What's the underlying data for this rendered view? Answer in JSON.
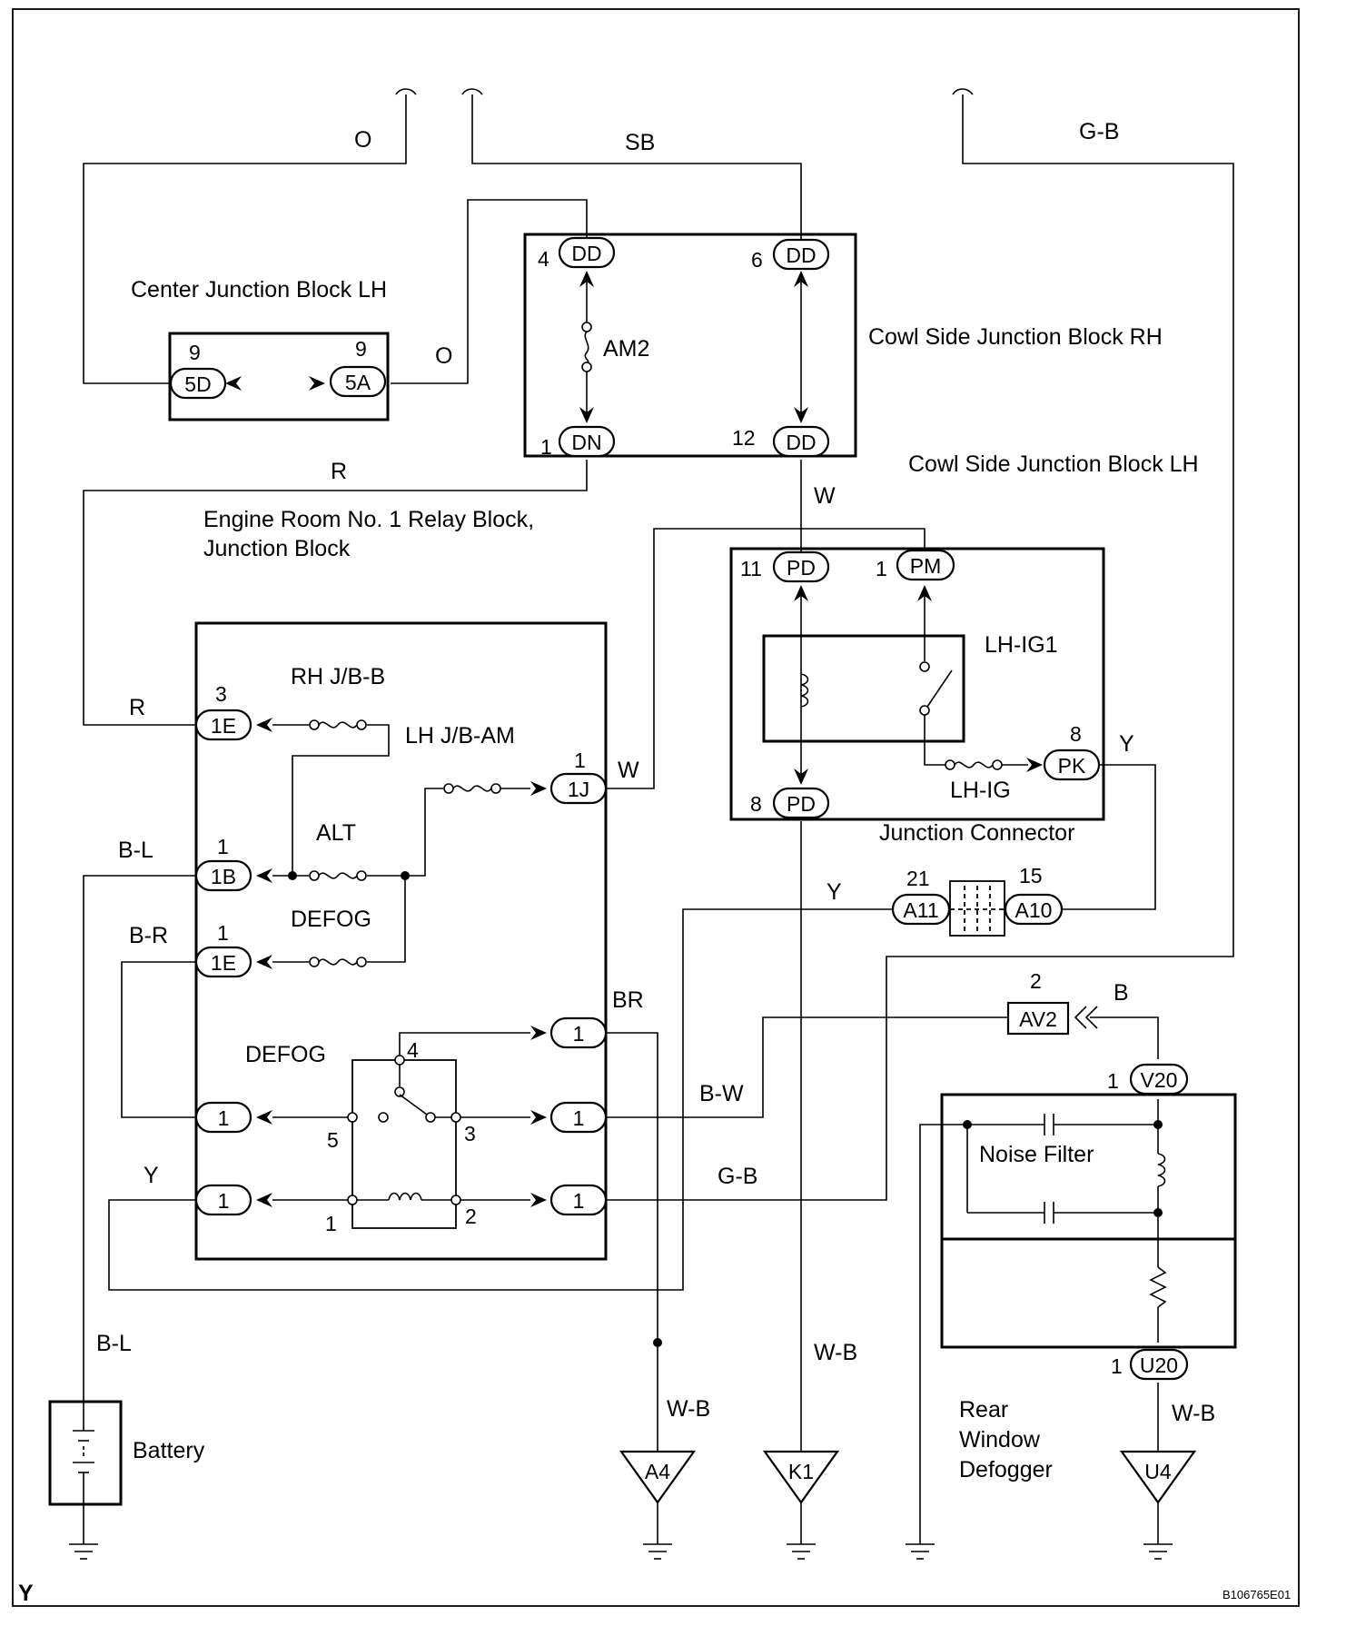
{
  "wire_colors": {
    "o_left": "O",
    "sb": "SB",
    "gb_top": "G-B",
    "o_cjb": "O",
    "r_top": "R",
    "w_mid": "W",
    "r_left": "R",
    "w_1j": "W",
    "y_pk": "Y",
    "bl_1b": "B-L",
    "y_a11": "Y",
    "br_1e": "B-R",
    "b_av2": "B",
    "br": "BR",
    "bw": "B-W",
    "y_lower": "Y",
    "gb_lower": "G-B",
    "bl_bat": "B-L",
    "wb_a4": "W-B",
    "wb_k1": "W-B",
    "wb_u4": "W-B"
  },
  "components": {
    "center_jb": "Center Junction Block LH",
    "cowl_rh": "Cowl Side Junction Block RH",
    "cowl_lh": "Cowl Side Junction Block LH",
    "engine_room_line1": "Engine Room No. 1 Relay Block,",
    "engine_room_line2": "Junction Block",
    "junction_connector": "Junction Connector",
    "battery": "Battery",
    "noise_filter": "Noise Filter",
    "rear_defogger_l1": "Rear",
    "rear_defogger_l2": "Window",
    "rear_defogger_l3": "Defogger"
  },
  "fuses": {
    "am2": "AM2",
    "rh_jbb": "RH J/B-B",
    "lh_jbam": "LH J/B-AM",
    "alt": "ALT",
    "defog_fuse": "DEFOG",
    "defog_relay": "DEFOG",
    "lh_ig1": "LH-IG1",
    "lh_ig": "LH-IG"
  },
  "connectors": {
    "dd4": "DD",
    "dd6": "DD",
    "dn1": "DN",
    "dd12": "DD",
    "c5d": "5D",
    "c5a": "5A",
    "pd11": "PD",
    "pm1": "PM",
    "pk8": "PK",
    "pd8": "PD",
    "e1e_a": "1E",
    "j1j": "1J",
    "b1b": "1B",
    "e1e_b": "1E",
    "r1a": "1",
    "l1b": "1",
    "r1b": "1",
    "l1c": "1",
    "r1c": "1",
    "a11": "A11",
    "a10": "A10",
    "av2": "AV2",
    "v20": "V20",
    "u20": "U20",
    "g_a4": "A4",
    "g_k1": "K1",
    "g_u4": "U4"
  },
  "pins": {
    "dd4": "4",
    "dd6": "6",
    "dn1": "1",
    "dd12": "12",
    "c5d": "9",
    "c5a": "9",
    "pd11": "11",
    "pm1": "1",
    "pk8": "8",
    "pd8": "8",
    "e1e_a": "3",
    "j1j": "1",
    "b1b": "1",
    "e1e_b": "1",
    "a11": "21",
    "a10": "15",
    "av2": "2",
    "v20": "1",
    "u20": "1",
    "relay4": "4",
    "relay5": "5",
    "relay3": "3",
    "relay1": "1",
    "relay2": "2"
  },
  "footer": {
    "corner": "Y",
    "code": "B106765E01"
  }
}
